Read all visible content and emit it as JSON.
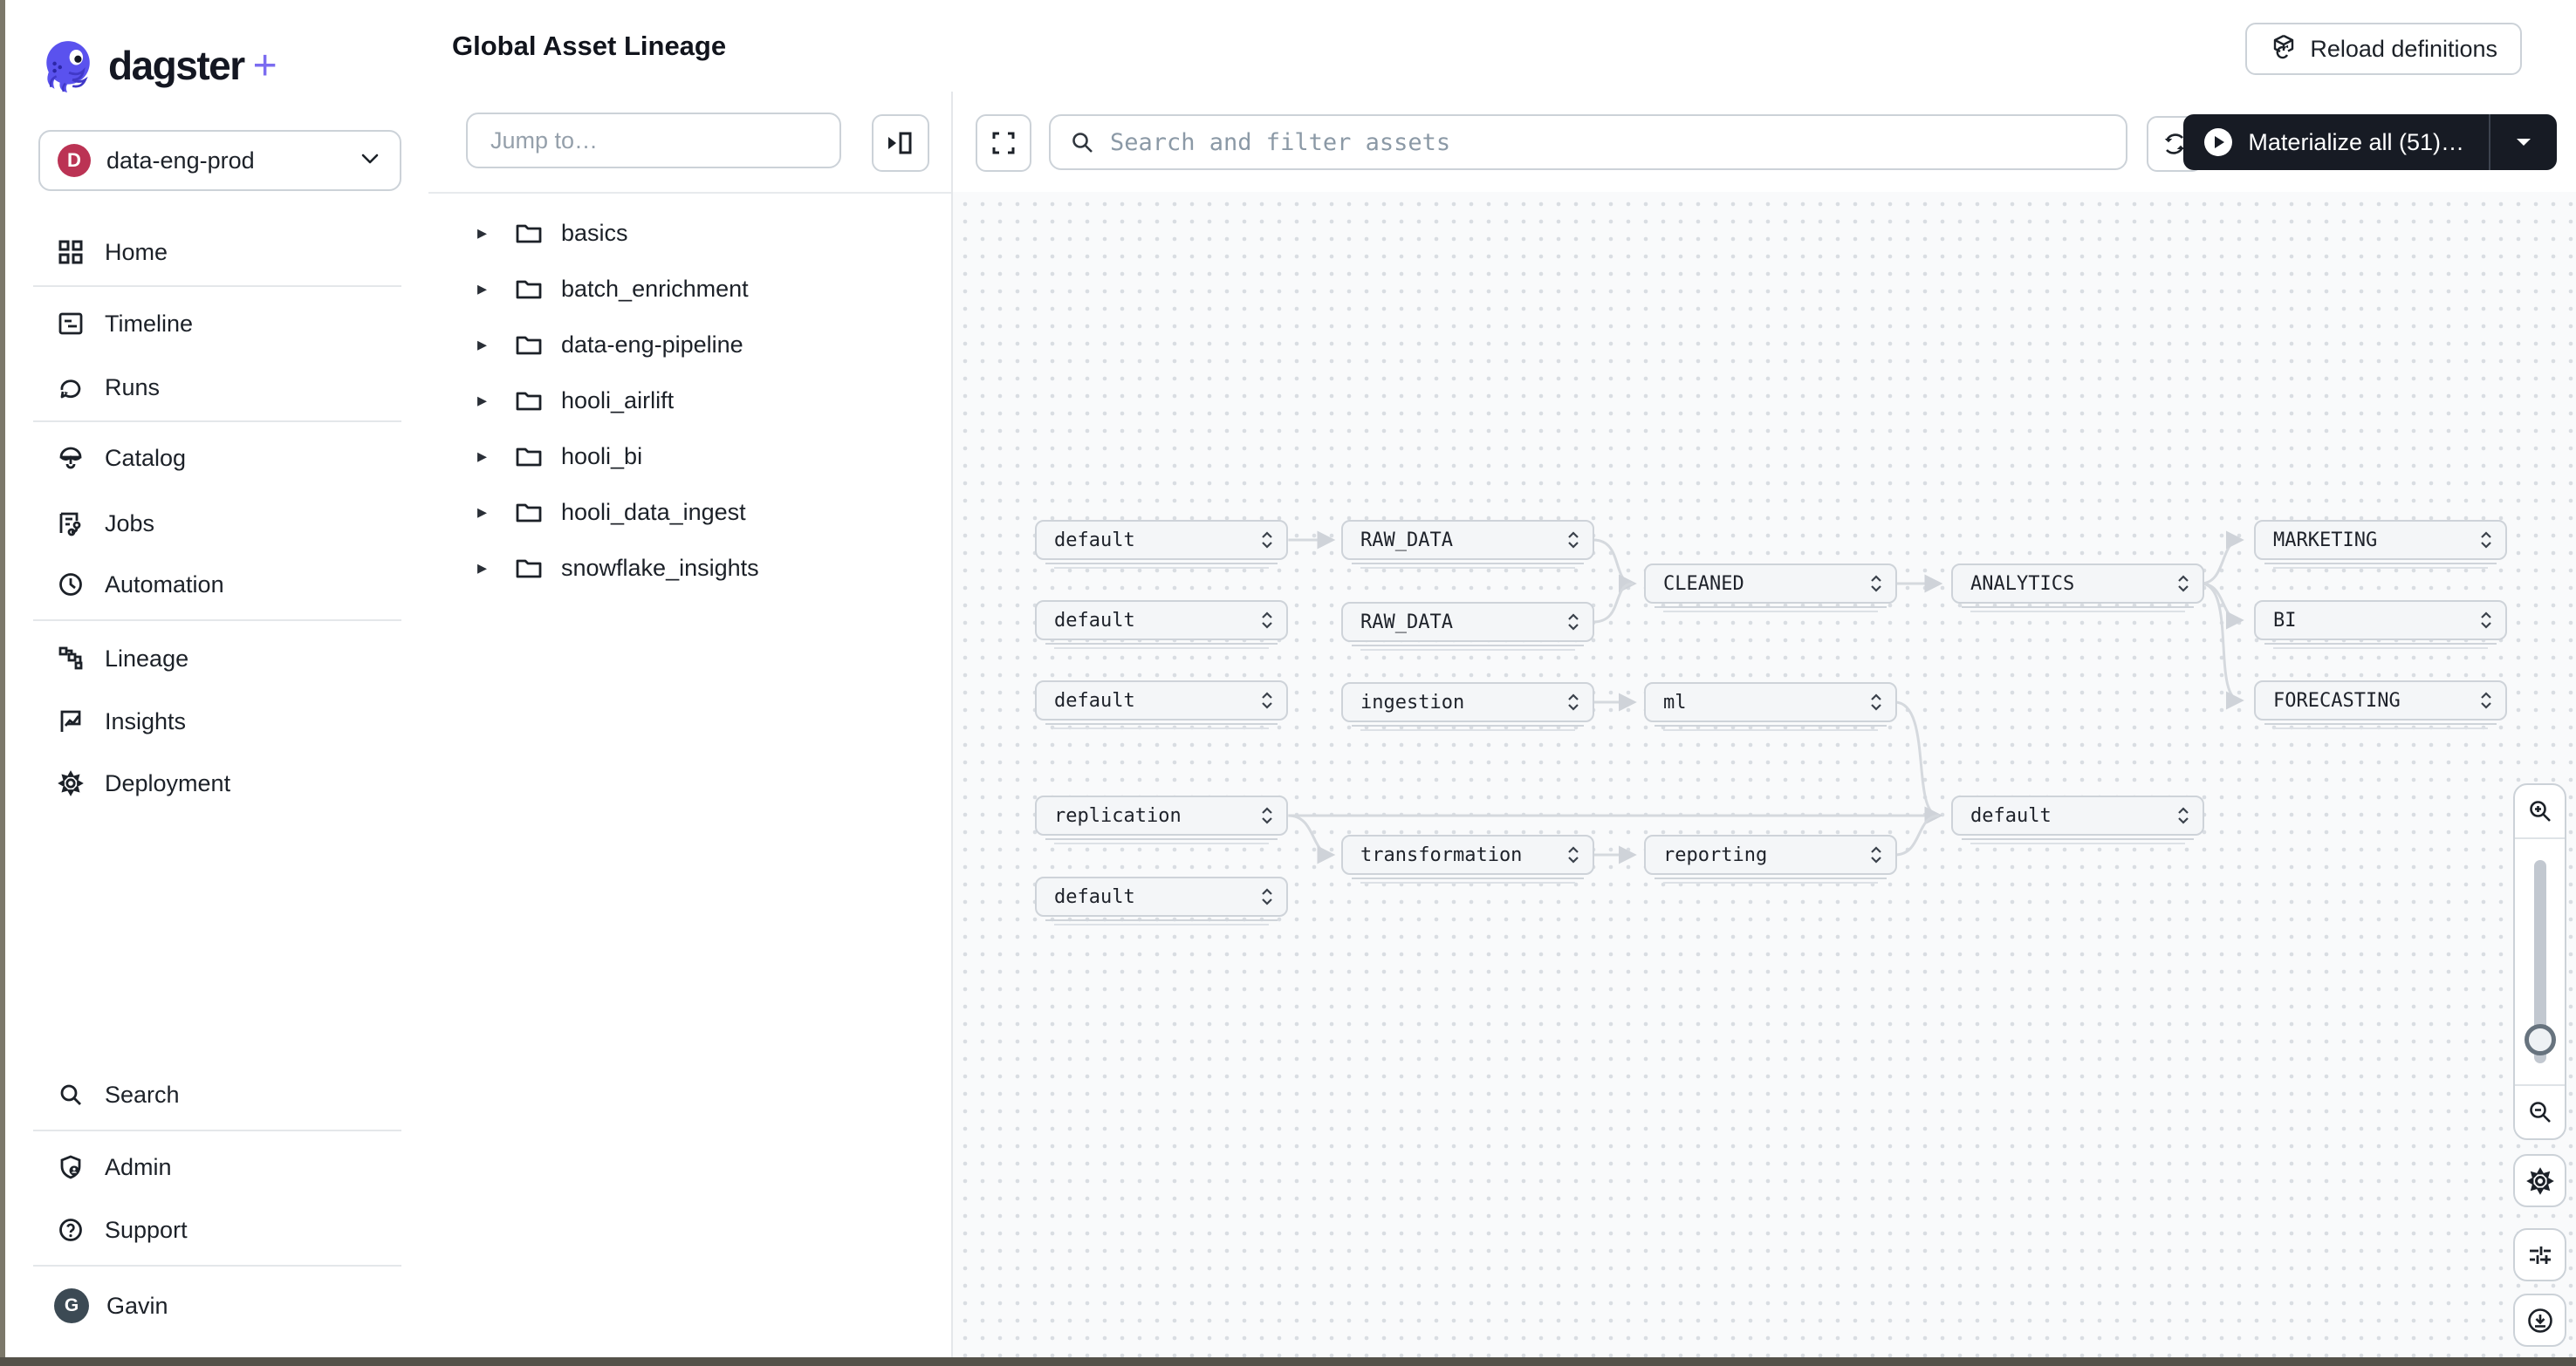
{
  "header": {
    "title": "Global Asset Lineage",
    "reload_label": "Reload definitions"
  },
  "sidebar": {
    "brand": {
      "name": "dagster",
      "plus": "+"
    },
    "deployment": {
      "badge": "D",
      "name": "data-eng-prod"
    },
    "nav": [
      {
        "label": "Home"
      },
      {
        "label": "Timeline"
      },
      {
        "label": "Runs"
      },
      {
        "label": "Catalog"
      },
      {
        "label": "Jobs"
      },
      {
        "label": "Automation"
      },
      {
        "label": "Lineage"
      },
      {
        "label": "Insights"
      },
      {
        "label": "Deployment"
      },
      {
        "label": "Search"
      },
      {
        "label": "Admin"
      },
      {
        "label": "Support"
      }
    ],
    "user": {
      "initial": "G",
      "name": "Gavin"
    }
  },
  "tree": {
    "jump_placeholder": "Jump to…",
    "folders": [
      "basics",
      "batch_enrichment",
      "data-eng-pipeline",
      "hooli_airlift",
      "hooli_bi",
      "hooli_data_ingest",
      "snowflake_insights"
    ]
  },
  "toolbar": {
    "search_placeholder": "Search and filter assets",
    "materialize_label": "Materialize all (51)…"
  },
  "graph": {
    "nodes": [
      {
        "label": "default"
      },
      {
        "label": "RAW_DATA"
      },
      {
        "label": "default"
      },
      {
        "label": "RAW_DATA"
      },
      {
        "label": "default"
      },
      {
        "label": "ingestion"
      },
      {
        "label": "CLEANED"
      },
      {
        "label": "ml"
      },
      {
        "label": "ANALYTICS"
      },
      {
        "label": "MARKETING"
      },
      {
        "label": "BI"
      },
      {
        "label": "FORECASTING"
      },
      {
        "label": "replication"
      },
      {
        "label": "default"
      },
      {
        "label": "transformation"
      },
      {
        "label": "reporting"
      },
      {
        "label": "default"
      }
    ],
    "edges": [
      {
        "from": "default",
        "to": "RAW_DATA"
      },
      {
        "from": "RAW_DATA",
        "to": "CLEANED"
      },
      {
        "from": "RAW_DATA (2)",
        "to": "CLEANED"
      },
      {
        "from": "CLEANED",
        "to": "ANALYTICS"
      },
      {
        "from": "ANALYTICS",
        "to": "MARKETING"
      },
      {
        "from": "ANALYTICS",
        "to": "BI"
      },
      {
        "from": "ANALYTICS",
        "to": "FORECASTING"
      },
      {
        "from": "ingestion",
        "to": "ml"
      },
      {
        "from": "ml",
        "to": "default (right)"
      },
      {
        "from": "replication",
        "to": "default (right)"
      },
      {
        "from": "replication",
        "to": "transformation"
      },
      {
        "from": "transformation",
        "to": "reporting"
      },
      {
        "from": "reporting",
        "to": "default (right)"
      }
    ]
  }
}
